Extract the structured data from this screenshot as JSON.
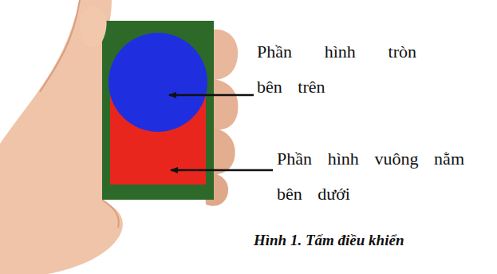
{
  "diagram": {
    "caption": "Hình 1. Tấm điều khiển",
    "labels": [
      "Phần hình tròn bên trên",
      "Phần hình vuông nằm bên dưới"
    ]
  }
}
